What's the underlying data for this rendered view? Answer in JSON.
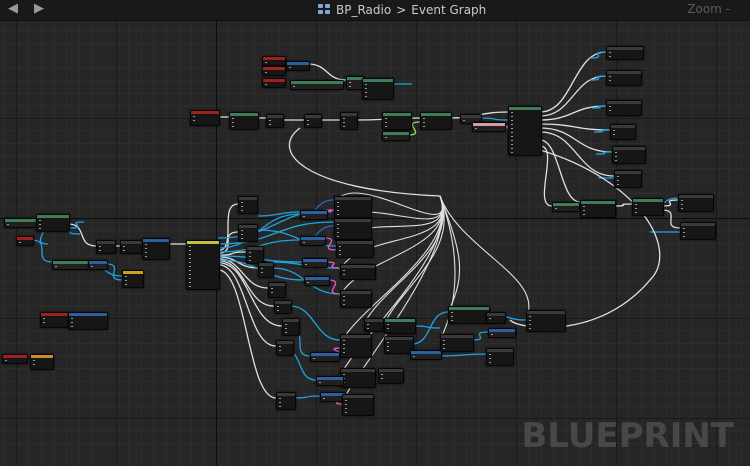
{
  "topbar": {
    "back_icon": "arrow-left-icon",
    "forward_icon": "arrow-right-icon",
    "blueprint_icon": "blueprint-class-icon",
    "breadcrumb_root": "BP_Radio",
    "breadcrumb_separator": ">",
    "breadcrumb_current": "Event Graph",
    "zoom_label": "Zoom -"
  },
  "watermark": "BLUEPRINT",
  "colors": {
    "background": "#262626",
    "grid_major": "#1a1a1a",
    "grid_minor": "#2d2d2d",
    "exec_wire": "#e0e0e0",
    "object_wire": "#1fa3e0",
    "float_wire": "#9be055",
    "struct_wire": "#2470c0",
    "text_wire": "#e060c8",
    "event_header": "#a02020",
    "function_header": "#2b5fa0",
    "pure_header": "#3d7d5a"
  }
}
